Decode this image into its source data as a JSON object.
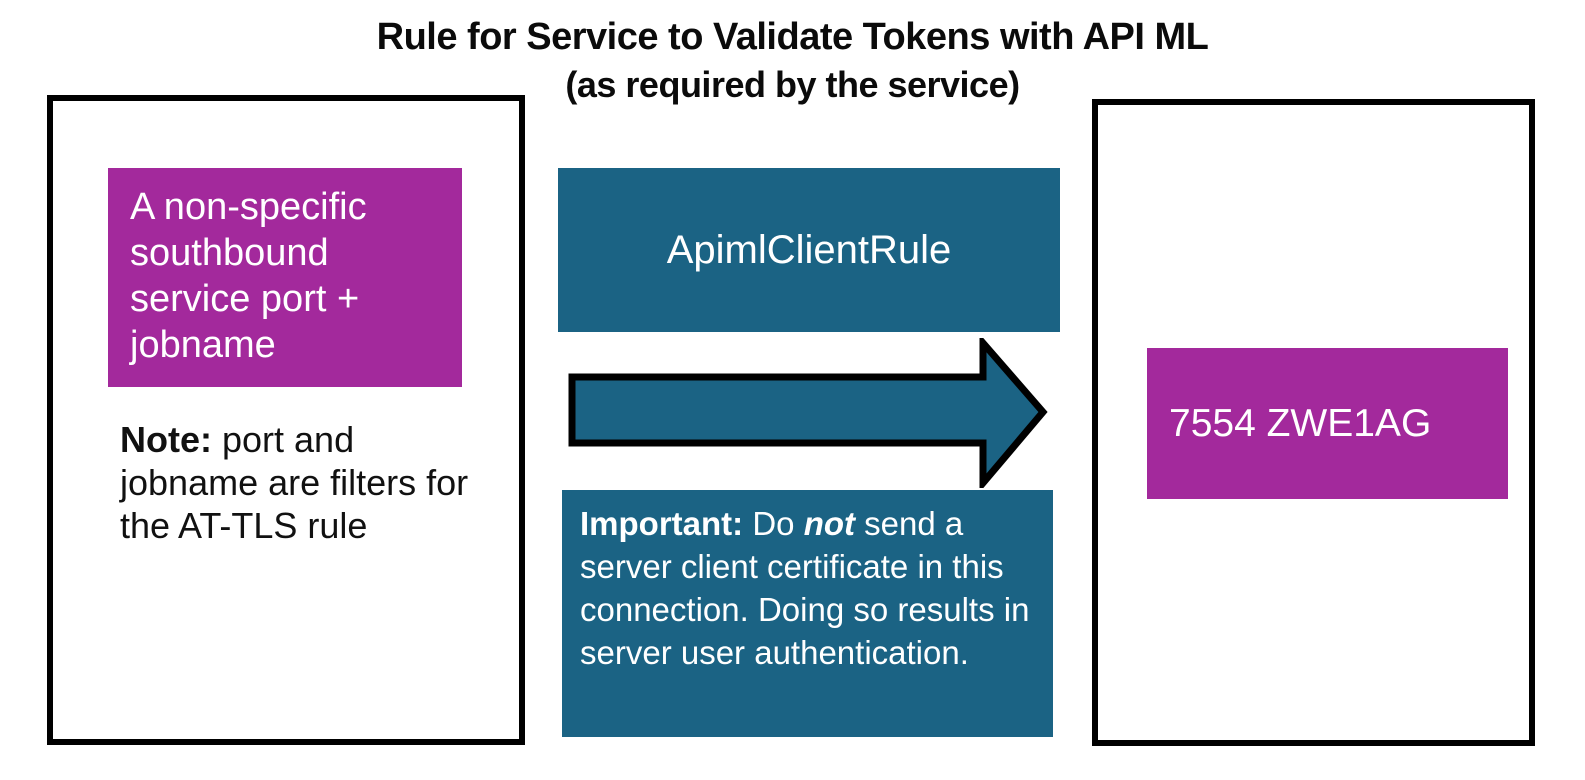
{
  "title": {
    "line1": "Rule for Service to Validate Tokens with API ML",
    "line2": "(as required by the service)"
  },
  "left_panel": {
    "service_box": {
      "text": "A non-specific southbound service port + jobname"
    },
    "note": {
      "label": "Note:",
      "text": " port and jobname are filters for the AT-TLS rule"
    }
  },
  "middle": {
    "rule_box": {
      "label": "ApimlClientRule"
    },
    "arrow": {
      "direction": "right"
    },
    "important_box": {
      "label": "Important:",
      "before_emphasis": " Do ",
      "emphasis": "not",
      "after_emphasis": " send a server client certificate in this connection. Doing so results in server user authentication."
    }
  },
  "right_panel": {
    "target_box": {
      "text": "7554 ZWE1AG"
    }
  },
  "colors": {
    "magenta": "#a3299c",
    "teal": "#1b6384",
    "outline_black": "#000000",
    "text_on_color": "#ffffff",
    "title_text": "#0b0b0b",
    "background": "#ffffff"
  }
}
